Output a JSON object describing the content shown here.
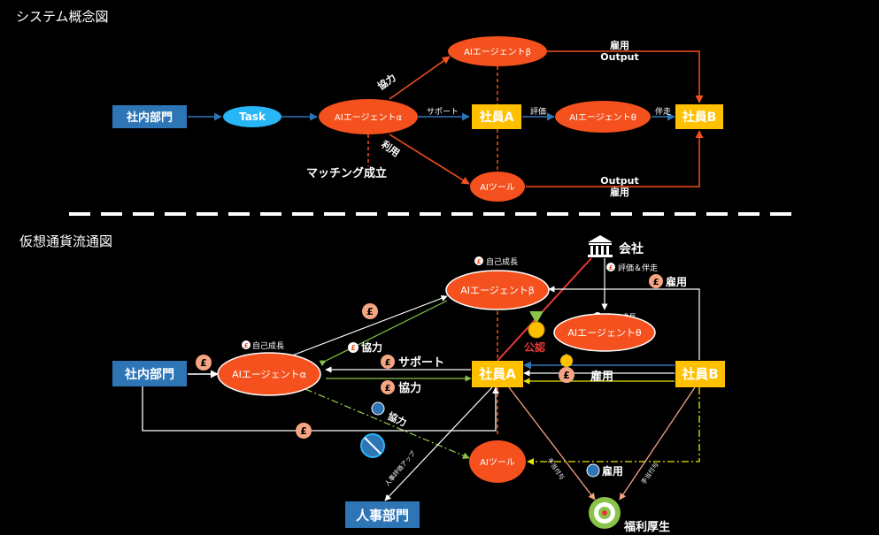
{
  "section1": {
    "title": "システム概念図",
    "shakai": "社内部門",
    "task": "Task",
    "agent_a": "AIエージェントα",
    "agent_b": "AIエージェントβ",
    "agent_t": "AIエージェントθ",
    "emp_a": "社員A",
    "emp_b": "社員B",
    "tool": "AIツール",
    "kyoryoku": "協力",
    "support": "サポート",
    "hyoka": "評価",
    "bansou": "伴走",
    "koyo_top": "雇用",
    "output_top": "Output",
    "output_bot": "Output",
    "koyo_bot": "雇用",
    "riyou": "利用",
    "matching": "マッチング成立"
  },
  "section2": {
    "title": "仮想通貨流通図",
    "company": "会社",
    "hyoka_bansou": "評価＆伴走",
    "koyo_right": "雇用",
    "jiko_b": "自己成長",
    "jiko_t": "自己成長",
    "jiko_a": "自己成長",
    "agent_b": "AIエージェントβ",
    "agent_t": "AIエージェントθ",
    "agent_a": "AIエージェントα",
    "koninn": "公認",
    "shakai": "社内部門",
    "emp_a": "社員A",
    "emp_b": "社員B",
    "kyoryoku_1": "協力",
    "support": "サポート",
    "kyoryoku_2": "協力",
    "kyoryoku_3": "協力",
    "koyo_mid": "雇用",
    "tool": "AIツール",
    "koyo_bot": "雇用",
    "hr": "人事部門",
    "jinji_up": "人事評価アップ",
    "kouka_a": "手当付与",
    "kouka_b": "手当付与",
    "welfare": "福利厚生",
    "coin": "£"
  },
  "colors": {
    "orange": "#f4511e",
    "blue_box": "#2e75b6",
    "yellow_box": "#ffc000",
    "cyan": "#29b6f6",
    "salmon": "#f4a582",
    "green_line": "#8bc34a",
    "yellow_line": "#e6e600"
  }
}
